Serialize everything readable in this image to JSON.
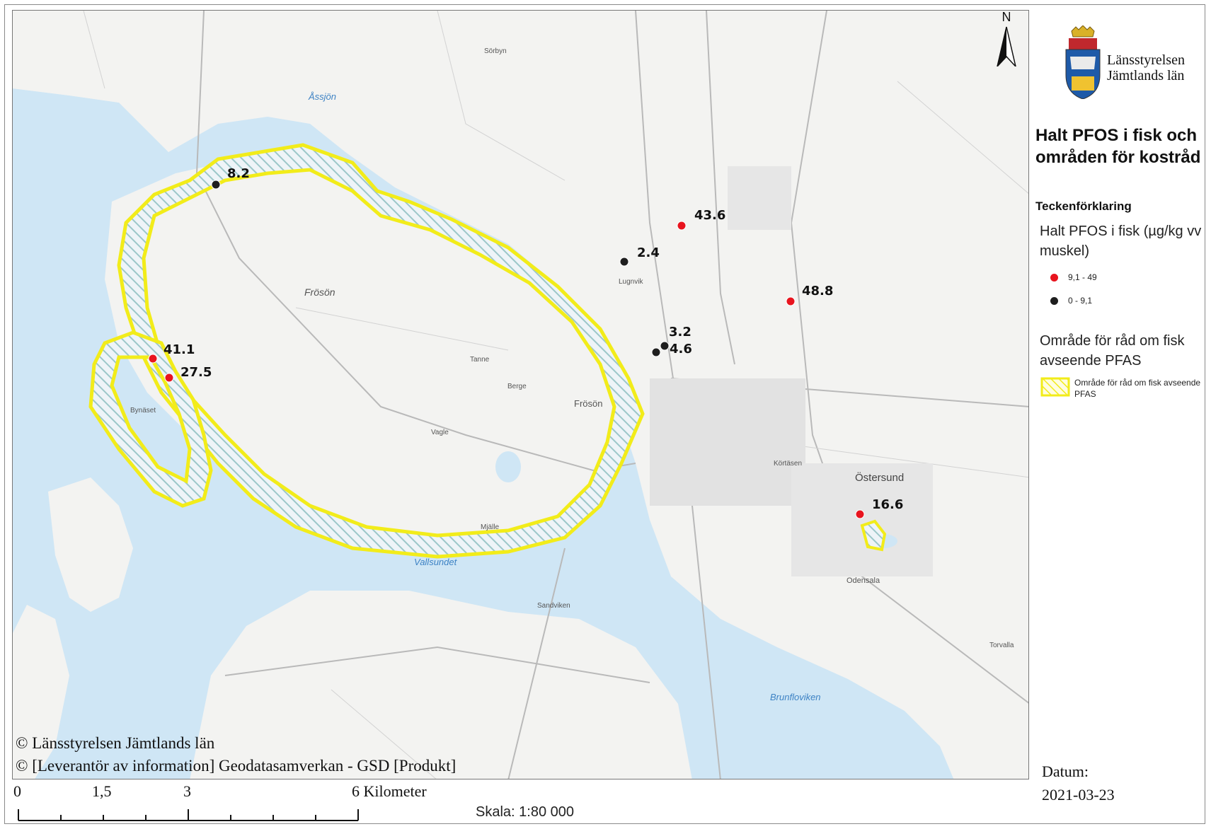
{
  "map": {
    "north_label": "N",
    "water_names": [
      "Åssjön",
      "Vallsundet",
      "Brunfloviken"
    ],
    "place_names": [
      "Frösön",
      "Frösön",
      "Östersund",
      "Lugnvik",
      "Odensala",
      "Bynäset",
      "Mjälle",
      "Vagle",
      "Tanne",
      "Berge",
      "Sandviken",
      "Sörbyn",
      "Torvalla",
      "Körtäsen"
    ],
    "points": [
      {
        "value": "8.2",
        "class": "0 - 9,1"
      },
      {
        "value": "43.6",
        "class": "9,1 - 49"
      },
      {
        "value": "2.4",
        "class": "0 - 9,1"
      },
      {
        "value": "48.8",
        "class": "9,1 - 49"
      },
      {
        "value": "3.2",
        "class": "0 - 9,1"
      },
      {
        "value": "4.6",
        "class": "0 - 9,1"
      },
      {
        "value": "41.1",
        "class": "9,1 - 49"
      },
      {
        "value": "27.5",
        "class": "9,1 - 49"
      },
      {
        "value": "16.6",
        "class": "9,1 - 49"
      }
    ],
    "copyright_lines": [
      "© Länsstyrelsen Jämtlands län",
      "© [Leverantör av information] Geodatasamverkan - GSD [Produkt]"
    ]
  },
  "logo": {
    "line1": "Länsstyrelsen",
    "line2": "Jämtlands län"
  },
  "legend": {
    "title": "Halt PFOS i fisk och områden för kostråd",
    "heading": "Teckenförklaring",
    "section1_title": "Halt PFOS i fisk (µg/kg vv muskel)",
    "items": [
      {
        "label": "9,1 - 49",
        "color": "#e8141e"
      },
      {
        "label": "0 - 9,1",
        "color": "#1e1e1e"
      }
    ],
    "section2_title": "Område för råd om fisk avseende PFAS",
    "area_label": "Område för råd om fisk avseende PFAS",
    "area_color": "#f2ec1a"
  },
  "datum": {
    "label": "Datum:",
    "value": "2021-03-23"
  },
  "scale": {
    "ticks": [
      "0",
      "1,5",
      "3",
      "6 Kilometer"
    ],
    "text": "Skala: 1:80 000"
  }
}
